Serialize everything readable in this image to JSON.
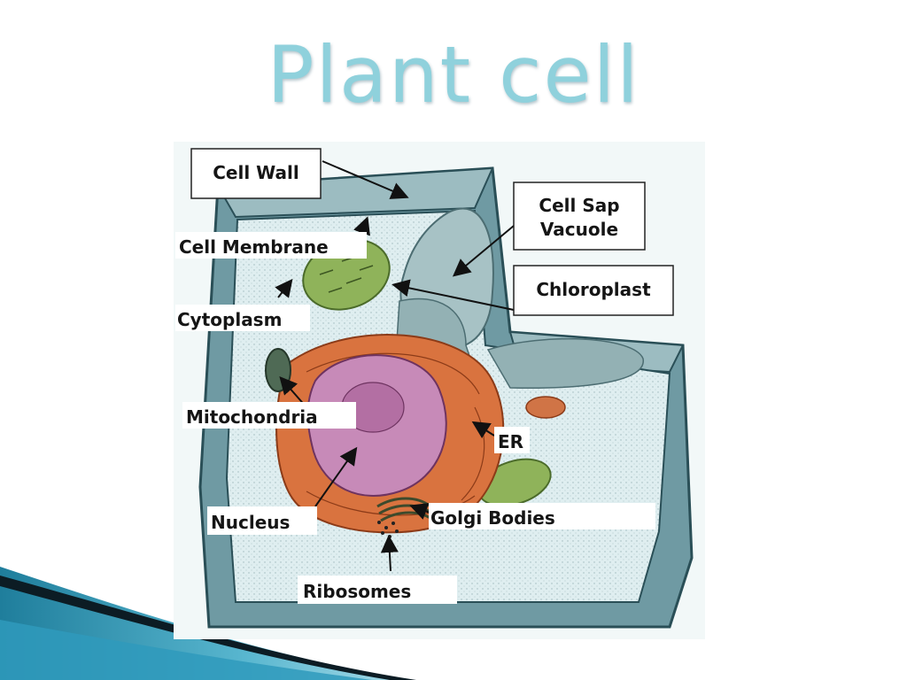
{
  "slide": {
    "title": "Plant cell"
  },
  "diagram": {
    "labels": {
      "cell_wall": "Cell Wall",
      "cell_membrane": "Cell Membrane",
      "cytoplasm": "Cytoplasm",
      "cell_sap_line1": "Cell Sap",
      "cell_sap_line2": "Vacuole",
      "chloroplast": "Chloroplast",
      "mitochondria": "Mitochondria",
      "er": "ER",
      "nucleus": "Nucleus",
      "golgi_bodies": "Golgi Bodies",
      "ribosomes": "Ribosomes"
    }
  },
  "colors": {
    "title": "#8fd1dc",
    "cell_wall": "#6f9aa3",
    "cytoplasm": "#dfeef0",
    "vacuole": "#a7c2c5",
    "chloroplast": "#8fb35a",
    "nucleus": "#c78ab8",
    "er": "#d9733f",
    "accent_swoosh": "#2c8fb0"
  }
}
